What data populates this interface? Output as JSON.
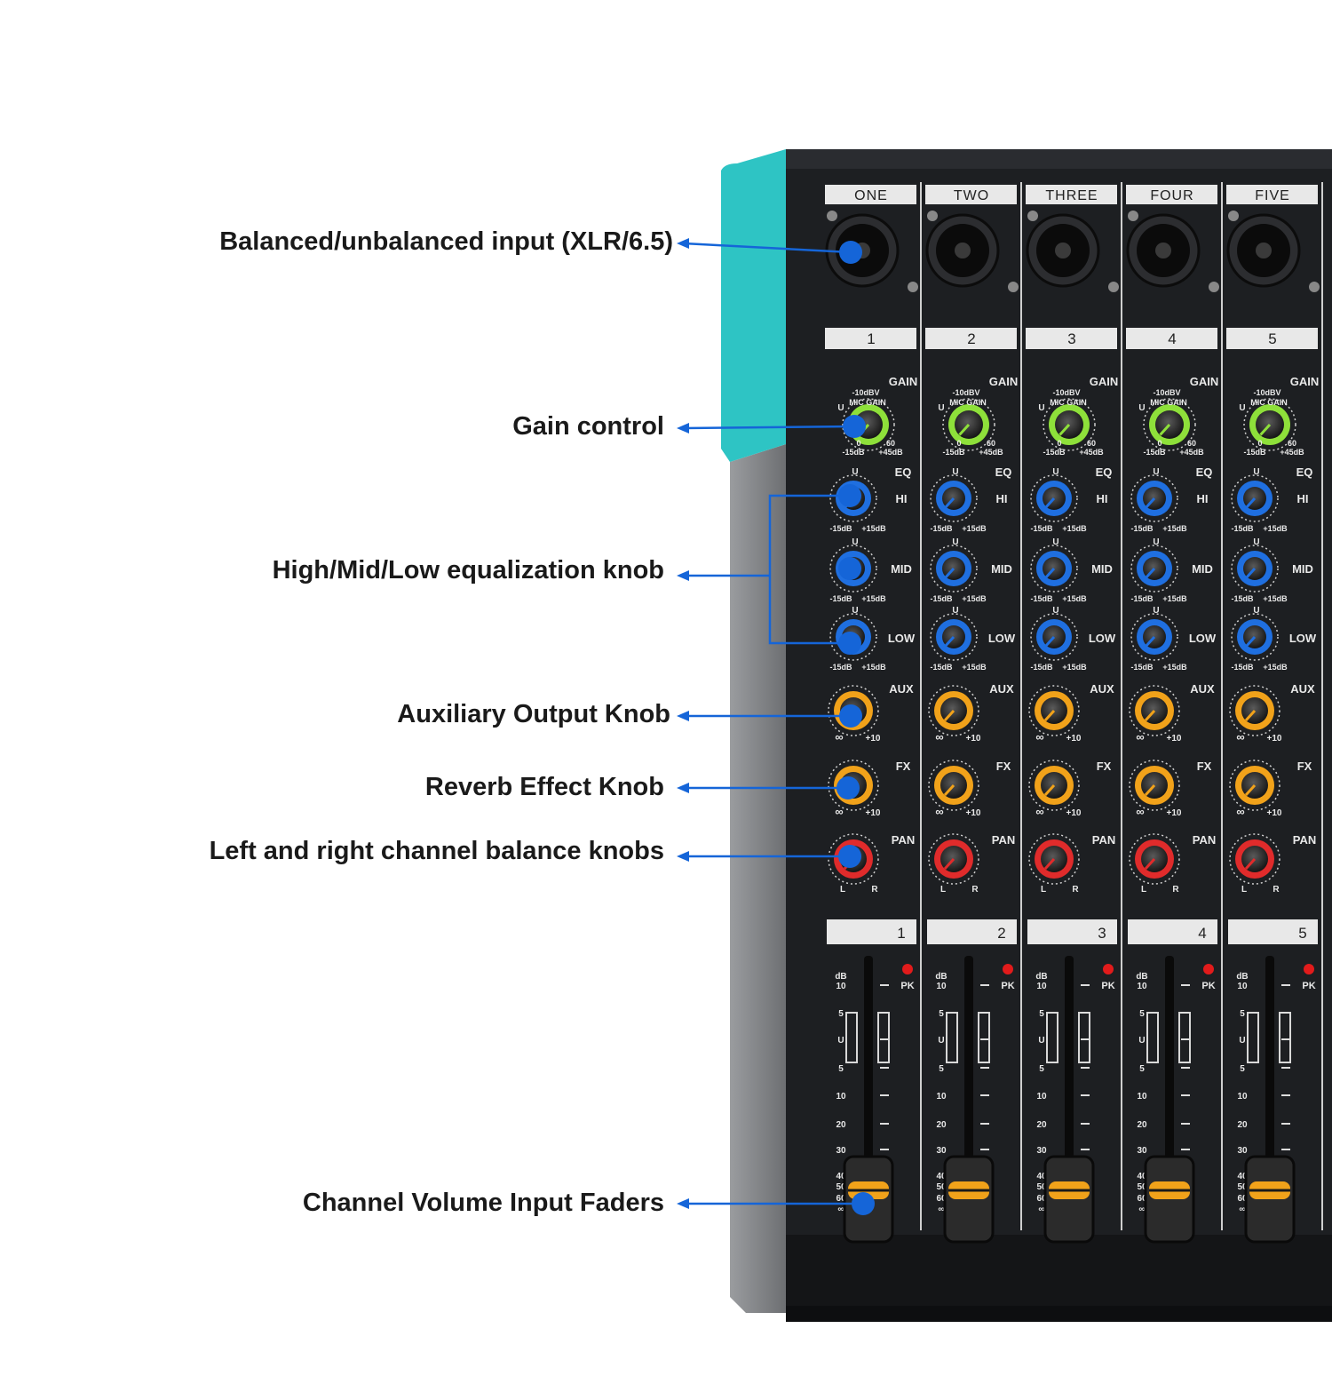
{
  "colors": {
    "accent_teal": "#2ec4c4",
    "pointer_blue": "#1565d8",
    "panel_dark": "#1d1f22",
    "gain_green": "#8ee03a",
    "eq_blue": "#1f6fe0",
    "aux_orange": "#f1a21a",
    "pan_red": "#e02b2b"
  },
  "callouts": [
    {
      "id": "input",
      "text": "Balanced/unbalanced input (XLR/6.5)"
    },
    {
      "id": "gain",
      "text": "Gain control"
    },
    {
      "id": "eq",
      "text": "High/Mid/Low equalization knob"
    },
    {
      "id": "aux",
      "text": "Auxiliary Output Knob"
    },
    {
      "id": "fx",
      "text": "Reverb Effect Knob"
    },
    {
      "id": "pan",
      "text": "Left and right channel balance knobs"
    },
    {
      "id": "fader",
      "text": "Channel Volume Input Faders"
    }
  ],
  "channels": [
    {
      "name": "ONE",
      "number": "1"
    },
    {
      "name": "TWO",
      "number": "2"
    },
    {
      "name": "THREE",
      "number": "3"
    },
    {
      "name": "FOUR",
      "number": "4"
    },
    {
      "name": "FIVE",
      "number": "5"
    }
  ],
  "strip_labels": {
    "gain": "GAIN",
    "gain_top": "-10dBV",
    "gain_mic": "MIC GAIN",
    "gain_u": "U",
    "gain_min": "-15dB",
    "gain_max": "+45dB",
    "gain_zero": "0",
    "gain_sixty": "60",
    "eq": "EQ",
    "hi": "HI",
    "mid": "MID",
    "low": "LOW",
    "eq_u": "U",
    "eq_min": "-15dB",
    "eq_max": "+15dB",
    "aux": "AUX",
    "fx": "FX",
    "send_min": "∞",
    "send_max": "+10",
    "pan": "PAN",
    "pan_left": "L",
    "pan_right": "R",
    "peak": "PK",
    "db": "dB"
  },
  "fader_scale": [
    "10",
    "5",
    "U",
    "5",
    "10",
    "20",
    "30",
    "40",
    "50",
    "60",
    "∞"
  ]
}
